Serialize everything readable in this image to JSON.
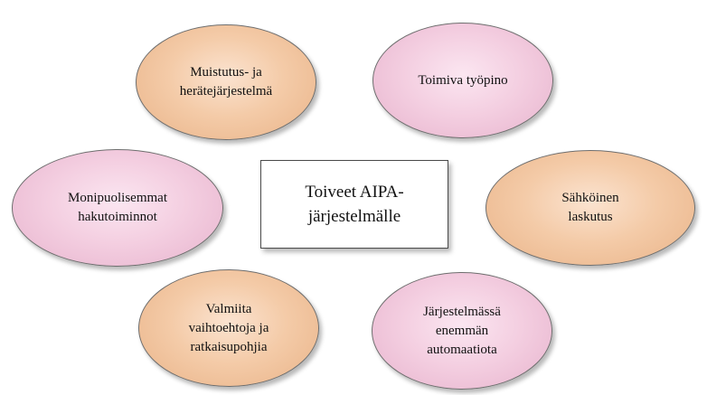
{
  "center": {
    "label": "Toiveet AIPA-\njärjestelmälle"
  },
  "nodes": [
    {
      "label": "Muistutus- ja\nherätejärjestelmä",
      "color": "#f4cba8"
    },
    {
      "label": "Toimiva työpino",
      "color": "#f4cfe1"
    },
    {
      "label": "Monipuolisemmat\nhakutoiminnot",
      "color": "#f4cfe1"
    },
    {
      "label": "Sähköinen\nlaskutus",
      "color": "#f4cba8"
    },
    {
      "label": "Valmiita\nvaihtoehtoja ja\nratkaisupohjia",
      "color": "#f4cba8"
    },
    {
      "label": "Järjestelmässä\nenemmän\nautomaatiota",
      "color": "#f4cfe1"
    }
  ]
}
